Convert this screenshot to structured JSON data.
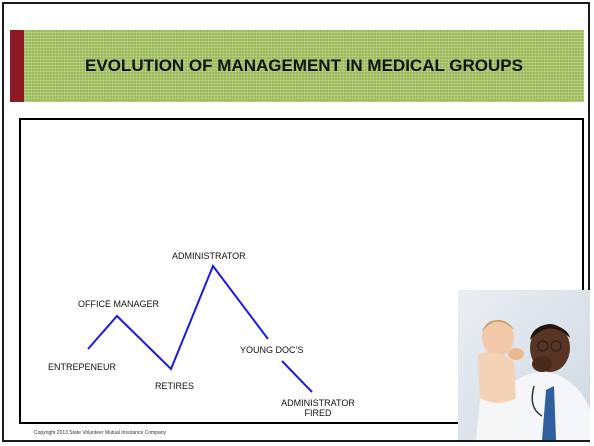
{
  "slide": {
    "title": "EVOLUTION OF MANAGEMENT IN MEDICAL GROUPS",
    "copyright": "Copyright 2013  State Volunteer Mutual Insurance Company"
  },
  "stages": {
    "entrepreneur": "ENTREPENEUR",
    "office_manager": "OFFICE MANAGER",
    "retires": "RETIRES",
    "administrator": "ADMINISTRATOR",
    "young_docs": "YOUNG DOC’S",
    "administrator_fired_line1": "ADMINISTRATOR",
    "administrator_fired_line2": "FIRED"
  },
  "colors": {
    "title_band": "#9bbb59",
    "accent": "#8b1a24",
    "flow_line": "#1a1ae6"
  },
  "photo": {
    "subject": "doctor-holding-child-photo"
  }
}
